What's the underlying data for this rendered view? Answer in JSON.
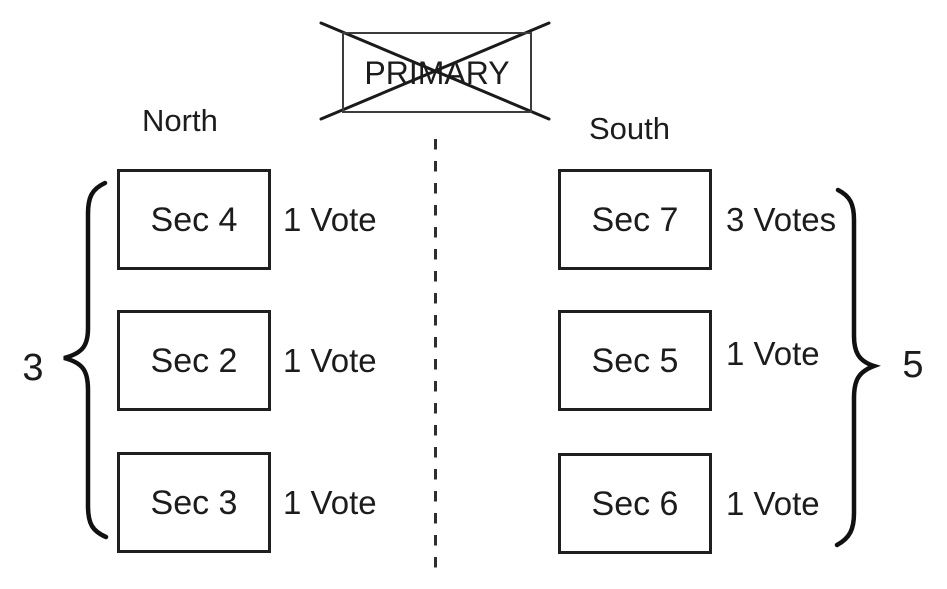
{
  "diagram": {
    "primary": {
      "label": "PRIMARY",
      "crossed_out": true
    },
    "groups": [
      {
        "name": "North",
        "total_votes": "3",
        "nodes": [
          {
            "label": "Sec 4",
            "votes": "1 Vote"
          },
          {
            "label": "Sec 2",
            "votes": "1 Vote"
          },
          {
            "label": "Sec 3",
            "votes": "1 Vote"
          }
        ]
      },
      {
        "name": "South",
        "total_votes": "5",
        "nodes": [
          {
            "label": "Sec 7",
            "votes": "3 Votes"
          },
          {
            "label": "Sec 5",
            "votes": "1 Vote"
          },
          {
            "label": "Sec 6",
            "votes": "1 Vote"
          }
        ]
      }
    ],
    "colors": {
      "line": "#1a1a1a",
      "background": "#ffffff"
    }
  }
}
